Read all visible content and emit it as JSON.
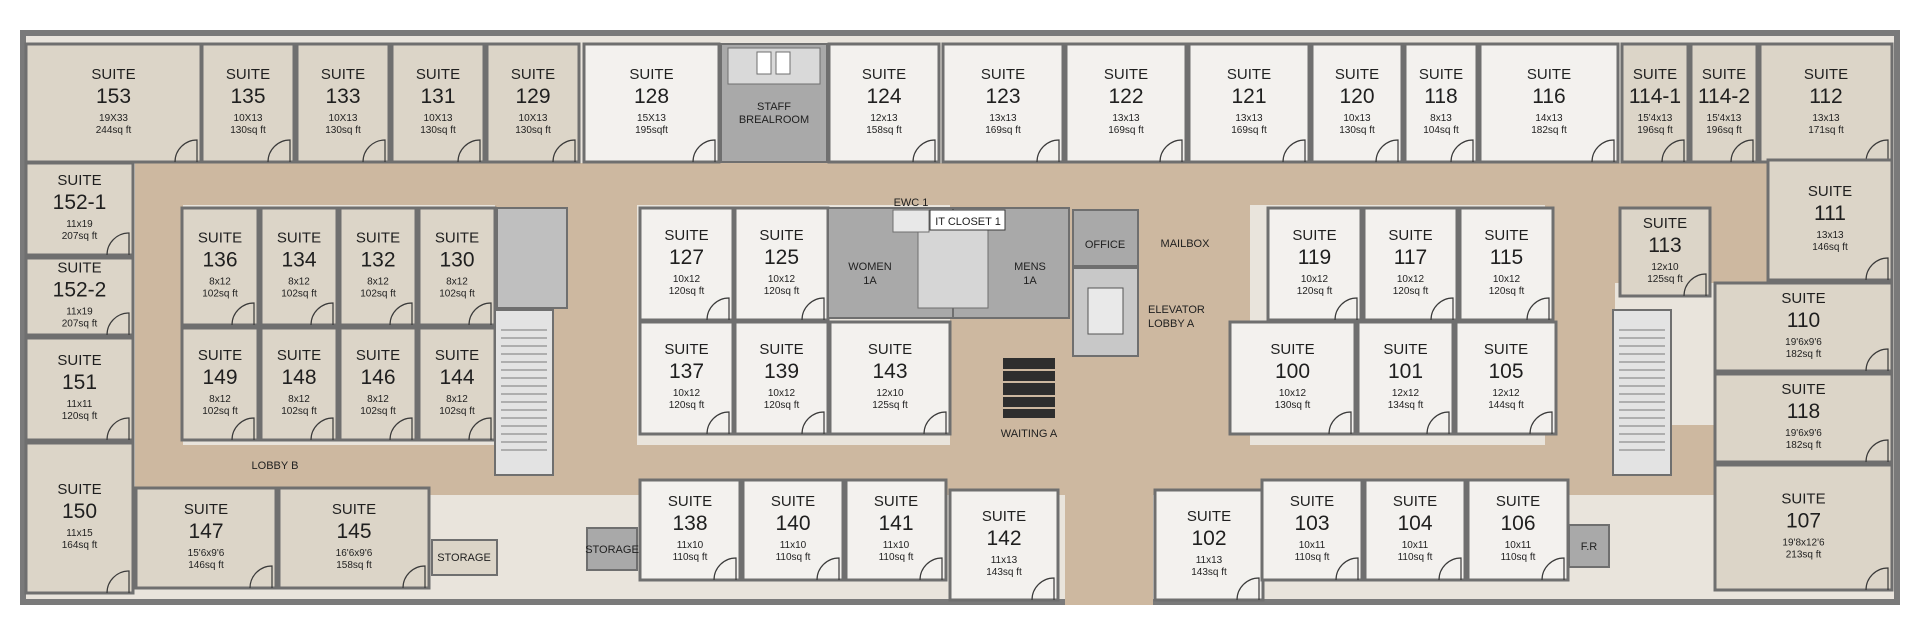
{
  "colors": {
    "wall": "#6f6f6f",
    "corridor": "#cdb8a0",
    "leased": "#dcd5c8",
    "vacant": "#f3f1ee",
    "service": "#a9a9a9",
    "stair": "#e3e3e3",
    "waiting": "#2e2e2e"
  },
  "suite_word": "SUITE",
  "suites": [
    {
      "id": "153",
      "dim": "19X33",
      "area": "244sq ft",
      "status": "leased"
    },
    {
      "id": "135",
      "dim": "10X13",
      "area": "130sq ft",
      "status": "leased"
    },
    {
      "id": "133",
      "dim": "10X13",
      "area": "130sq ft",
      "status": "leased"
    },
    {
      "id": "131",
      "dim": "10X13",
      "area": "130sq ft",
      "status": "leased"
    },
    {
      "id": "129",
      "dim": "10X13",
      "area": "130sq ft",
      "status": "leased"
    },
    {
      "id": "128",
      "dim": "15X13",
      "area": "195sqft",
      "status": "vacant"
    },
    {
      "id": "124",
      "dim": "12x13",
      "area": "158sq ft",
      "status": "vacant"
    },
    {
      "id": "123",
      "dim": "13x13",
      "area": "169sq ft",
      "status": "vacant"
    },
    {
      "id": "122",
      "dim": "13x13",
      "area": "169sq ft",
      "status": "vacant"
    },
    {
      "id": "121",
      "dim": "13x13",
      "area": "169sq ft",
      "status": "vacant"
    },
    {
      "id": "120",
      "dim": "10x13",
      "area": "130sq ft",
      "status": "vacant"
    },
    {
      "id": "118",
      "dim": "8x13",
      "area": "104sq ft",
      "status": "vacant"
    },
    {
      "id": "116",
      "dim": "14x13",
      "area": "182sq ft",
      "status": "vacant"
    },
    {
      "id": "114-1",
      "dim": "15'4x13",
      "area": "196sq ft",
      "status": "leased"
    },
    {
      "id": "114-2",
      "dim": "15'4x13",
      "area": "196sq ft",
      "status": "leased"
    },
    {
      "id": "112",
      "dim": "13x13",
      "area": "171sq ft",
      "status": "leased"
    },
    {
      "id": "152-1",
      "dim": "11x19",
      "area": "207sq ft",
      "status": "leased"
    },
    {
      "id": "152-2",
      "dim": "11x19",
      "area": "207sq ft",
      "status": "leased"
    },
    {
      "id": "151",
      "dim": "11x11",
      "area": "120sq ft",
      "status": "leased"
    },
    {
      "id": "150",
      "dim": "11x15",
      "area": "164sq ft",
      "status": "leased"
    },
    {
      "id": "136",
      "dim": "8x12",
      "area": "102sq ft",
      "status": "leased"
    },
    {
      "id": "134",
      "dim": "8x12",
      "area": "102sq ft",
      "status": "leased"
    },
    {
      "id": "132",
      "dim": "8x12",
      "area": "102sq ft",
      "status": "leased"
    },
    {
      "id": "130",
      "dim": "8x12",
      "area": "102sq ft",
      "status": "leased"
    },
    {
      "id": "149",
      "dim": "8x12",
      "area": "102sq ft",
      "status": "leased"
    },
    {
      "id": "148",
      "dim": "8x12",
      "area": "102sq ft",
      "status": "leased"
    },
    {
      "id": "146",
      "dim": "8x12",
      "area": "102sq ft",
      "status": "leased"
    },
    {
      "id": "144",
      "dim": "8x12",
      "area": "102sq ft",
      "status": "leased"
    },
    {
      "id": "147",
      "dim": "15'6x9'6",
      "area": "146sq ft",
      "status": "leased"
    },
    {
      "id": "145",
      "dim": "16'6x9'6",
      "area": "158sq ft",
      "status": "leased"
    },
    {
      "id": "127",
      "dim": "10x12",
      "area": "120sq ft",
      "status": "vacant"
    },
    {
      "id": "125",
      "dim": "10x12",
      "area": "120sq ft",
      "status": "vacant"
    },
    {
      "id": "137",
      "dim": "10x12",
      "area": "120sq ft",
      "status": "vacant"
    },
    {
      "id": "139",
      "dim": "10x12",
      "area": "120sq ft",
      "status": "vacant"
    },
    {
      "id": "143",
      "dim": "12x10",
      "area": "125sq ft",
      "status": "vacant"
    },
    {
      "id": "138",
      "dim": "11x10",
      "area": "110sq ft",
      "status": "vacant"
    },
    {
      "id": "140",
      "dim": "11x10",
      "area": "110sq ft",
      "status": "vacant"
    },
    {
      "id": "141",
      "dim": "11x10",
      "area": "110sq ft",
      "status": "vacant"
    },
    {
      "id": "142",
      "dim": "11x13",
      "area": "143sq ft",
      "status": "vacant"
    },
    {
      "id": "102",
      "dim": "11x13",
      "area": "143sq ft",
      "status": "vacant"
    },
    {
      "id": "103",
      "dim": "10x11",
      "area": "110sq ft",
      "status": "vacant"
    },
    {
      "id": "104",
      "dim": "10x11",
      "area": "110sq ft",
      "status": "vacant"
    },
    {
      "id": "106",
      "dim": "10x11",
      "area": "110sq ft",
      "status": "vacant"
    },
    {
      "id": "119",
      "dim": "10x12",
      "area": "120sq ft",
      "status": "vacant"
    },
    {
      "id": "117",
      "dim": "10x12",
      "area": "120sq ft",
      "status": "vacant"
    },
    {
      "id": "115",
      "dim": "10x12",
      "area": "120sq ft",
      "status": "vacant"
    },
    {
      "id": "100",
      "dim": "10x12",
      "area": "130sq ft",
      "status": "vacant"
    },
    {
      "id": "101",
      "dim": "12x12",
      "area": "134sq ft",
      "status": "vacant"
    },
    {
      "id": "105",
      "dim": "12x12",
      "area": "144sq ft",
      "status": "vacant"
    },
    {
      "id": "113",
      "dim": "12x10",
      "area": "125sq ft",
      "status": "leased"
    },
    {
      "id": "111",
      "dim": "13x13",
      "area": "146sq ft",
      "status": "leased"
    },
    {
      "id": "110",
      "dim": "19'6x9'6",
      "area": "182sq ft",
      "status": "leased"
    },
    {
      "id": "118",
      "dim": "19'6x9'6",
      "area": "182sq ft",
      "status": "leased"
    },
    {
      "id": "107",
      "dim": "19'8x12'6",
      "area": "213sq ft",
      "status": "leased"
    }
  ],
  "labels": {
    "staff_breakroom": [
      "STAFF",
      "BREALROOM"
    ],
    "ewc": "EWC 1",
    "it_closet": "IT CLOSET 1",
    "women": [
      "WOMEN",
      "1A"
    ],
    "mens": [
      "MENS",
      "1A"
    ],
    "office": "OFFICE",
    "mailbox": "MAILBOX",
    "elevator": [
      "ELEVATOR",
      "LOBBY A"
    ],
    "waiting": "WAITING A",
    "lobby_b": "LOBBY B",
    "storage_left": "STORAGE",
    "storage_mid": "STORAGE",
    "fr": "F.R"
  }
}
